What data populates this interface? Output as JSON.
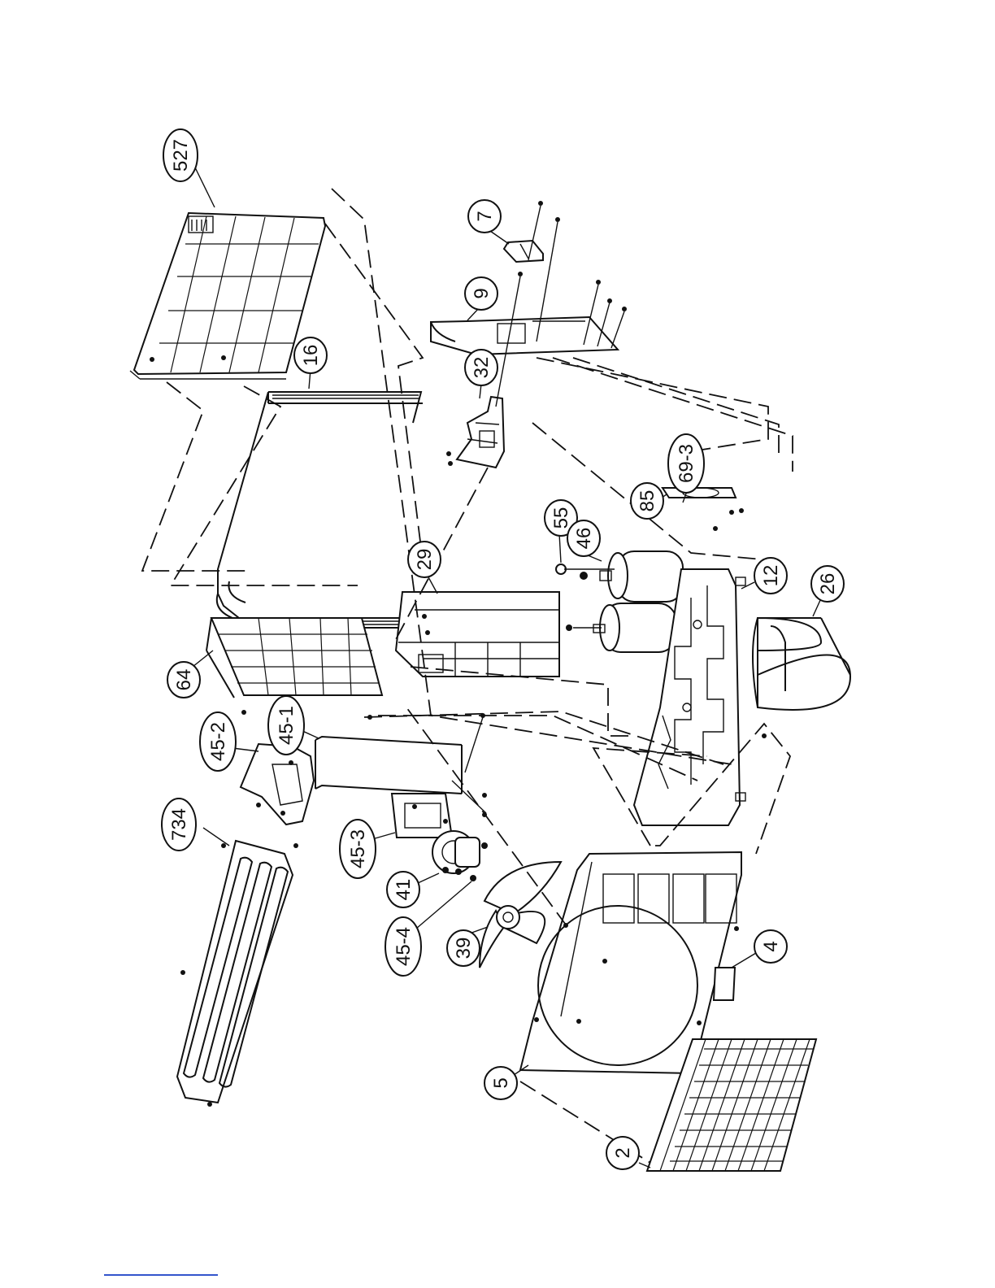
{
  "callouts": [
    {
      "id": "527",
      "label": "527"
    },
    {
      "id": "16",
      "label": "16"
    },
    {
      "id": "7",
      "label": "7"
    },
    {
      "id": "9",
      "label": "9"
    },
    {
      "id": "32",
      "label": "32"
    },
    {
      "id": "64",
      "label": "64"
    },
    {
      "id": "29",
      "label": "29"
    },
    {
      "id": "55",
      "label": "55"
    },
    {
      "id": "46",
      "label": "46"
    },
    {
      "id": "85",
      "label": "85"
    },
    {
      "id": "69-3",
      "label": "69-3"
    },
    {
      "id": "12",
      "label": "12"
    },
    {
      "id": "26",
      "label": "26"
    },
    {
      "id": "45-2",
      "label": "45-2"
    },
    {
      "id": "45-1",
      "label": "45-1"
    },
    {
      "id": "734",
      "label": "734"
    },
    {
      "id": "45-3",
      "label": "45-3"
    },
    {
      "id": "41",
      "label": "41"
    },
    {
      "id": "45-4",
      "label": "45-4"
    },
    {
      "id": "39",
      "label": "39"
    },
    {
      "id": "4",
      "label": "4"
    },
    {
      "id": "5",
      "label": "5"
    },
    {
      "id": "2",
      "label": "2"
    }
  ]
}
